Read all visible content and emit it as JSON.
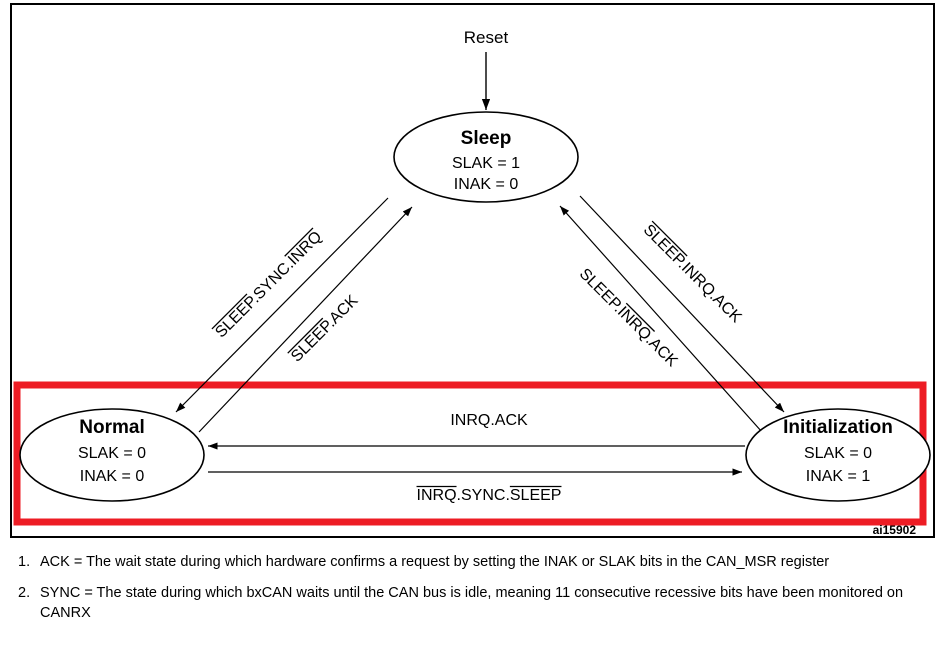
{
  "figure": {
    "id_label": "ai15902",
    "reset_label": "Reset",
    "states": [
      {
        "key": "sleep",
        "name": "Sleep",
        "slak": "SLAK = 1",
        "inak": "INAK = 0"
      },
      {
        "key": "normal",
        "name": "Normal",
        "slak": "SLAK = 0",
        "inak": "INAK = 0"
      },
      {
        "key": "initialization",
        "name": "Initialization",
        "slak": "SLAK = 0",
        "inak": "INAK = 1"
      }
    ],
    "transitions": [
      {
        "key": "sleep-to-normal",
        "from": "Sleep",
        "to": "Normal",
        "label": "SLEEP.SYNC.INRQ",
        "overbars": [
          "SLEEP",
          "INRQ"
        ]
      },
      {
        "key": "normal-to-sleep",
        "from": "Normal",
        "to": "Sleep",
        "label": "SLEEP.ACK",
        "overbars": [
          "SLEEP"
        ]
      },
      {
        "key": "sleep-to-init",
        "from": "Sleep",
        "to": "Initialization",
        "label": "SLEEP.INRQ.ACK",
        "overbars": [
          "SLEEP"
        ]
      },
      {
        "key": "init-to-sleep",
        "from": "Initialization",
        "to": "Sleep",
        "label": "SLEEP.INRQ.ACK",
        "overbars": [
          "INRQ"
        ]
      },
      {
        "key": "init-to-normal",
        "from": "Initialization",
        "to": "Normal",
        "label": "INRQ.ACK",
        "overbars": []
      },
      {
        "key": "normal-to-init",
        "from": "Normal",
        "to": "Initialization",
        "label": "INRQ.SYNC.SLEEP",
        "overbars": [
          "INRQ",
          "SLEEP"
        ]
      }
    ],
    "highlight_color": "#ED1C24"
  },
  "notes": [
    {
      "num": "1.",
      "text": "ACK = The wait state during which hardware confirms a request by setting the INAK or SLAK bits in the CAN_MSR register"
    },
    {
      "num": "2.",
      "text": "SYNC = The state during which bxCAN waits until the CAN bus is idle, meaning 11 consecutive recessive bits have been monitored on CANRX"
    }
  ]
}
